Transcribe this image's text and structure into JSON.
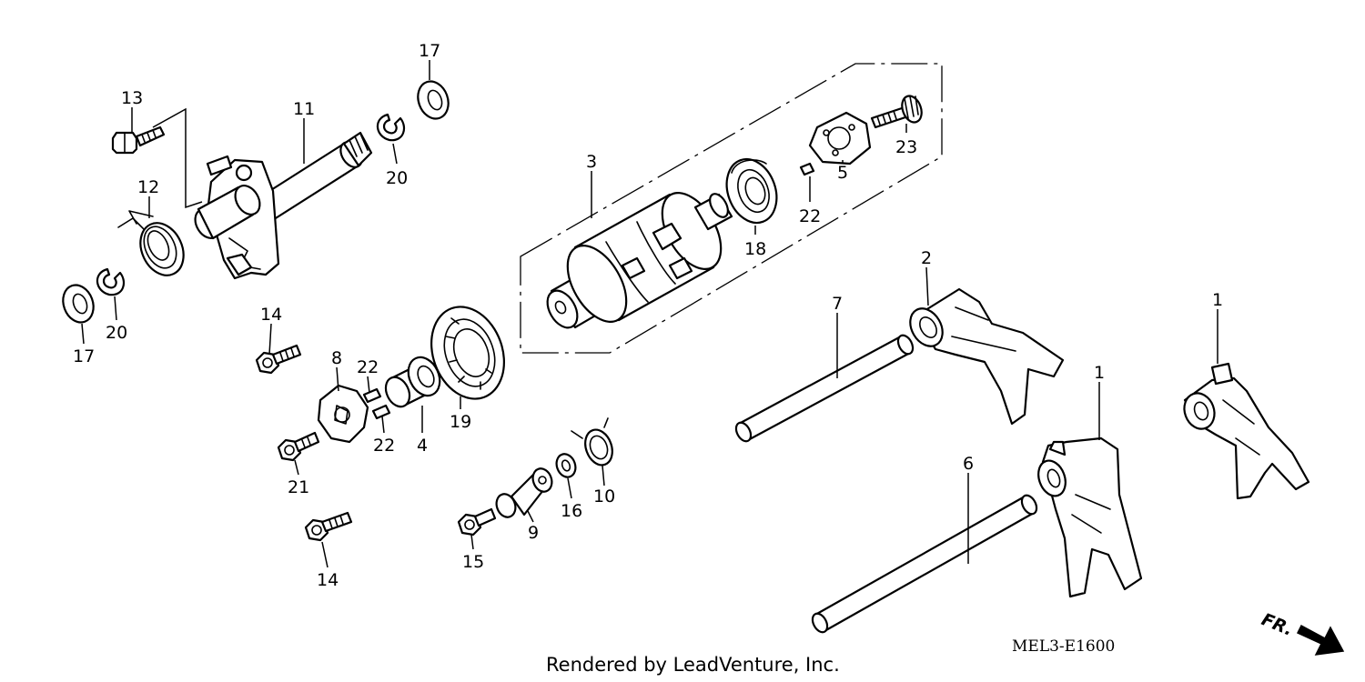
{
  "labels": {
    "l17a": "17",
    "l13": "13",
    "l11": "11",
    "l20a": "20",
    "l12": "12",
    "l17b": "17",
    "l20b": "20",
    "l3": "3",
    "l18": "18",
    "l22a": "22",
    "l5": "5",
    "l23": "23",
    "l14a": "14",
    "l8": "8",
    "l22b": "22",
    "l22c": "22",
    "l4": "4",
    "l19": "19",
    "l21": "21",
    "l14b": "14",
    "l15": "15",
    "l9": "9",
    "l16": "16",
    "l10": "10",
    "l7": "7",
    "l2": "2",
    "l1a": "1",
    "l1b": "1",
    "l6": "6"
  },
  "diagram_code": "MEL3-E1600",
  "direction_label": "FR.",
  "credit": "Rendered by LeadVenture, Inc."
}
